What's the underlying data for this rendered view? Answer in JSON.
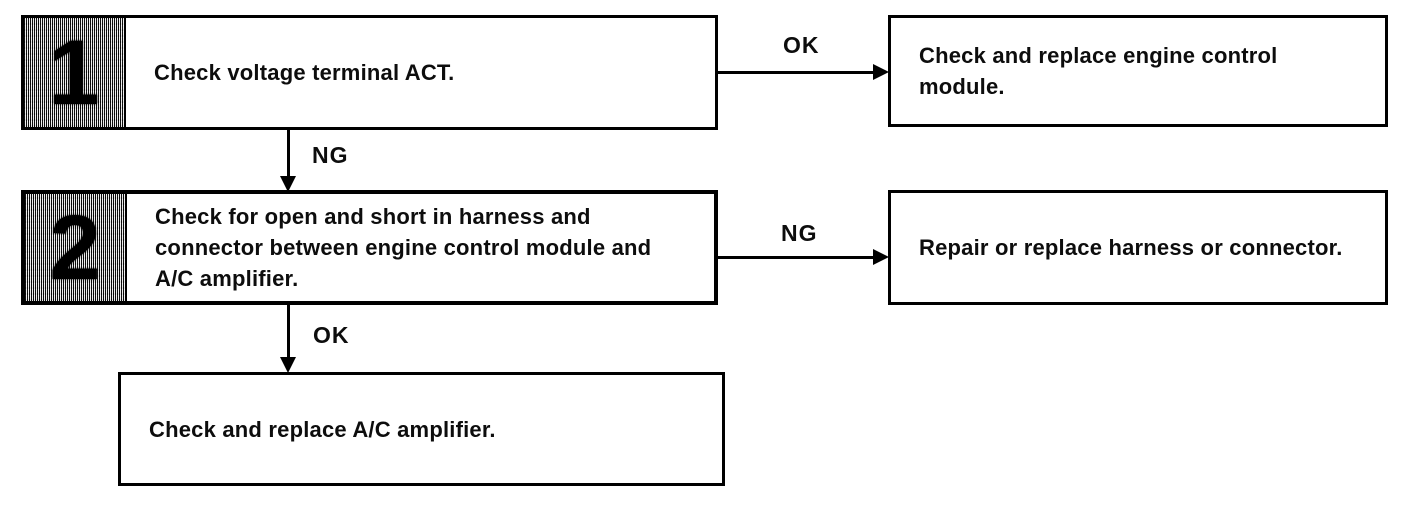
{
  "flowchart": {
    "steps": [
      {
        "number": "1",
        "text": "Check voltage terminal ACT."
      },
      {
        "number": "2",
        "text": "Check for open and short in harness and\nconnector between engine control module and\nA/C amplifier."
      }
    ],
    "results": [
      {
        "text": "Check and replace engine control\nmodule."
      },
      {
        "text": "Repair or replace harness or connector."
      },
      {
        "text": "Check and replace A/C amplifier."
      }
    ],
    "connectors": [
      {
        "from": "step-1",
        "to": "result-engine-control-module",
        "label": "OK",
        "direction": "right"
      },
      {
        "from": "step-1",
        "to": "step-2",
        "label": "NG",
        "direction": "down"
      },
      {
        "from": "step-2",
        "to": "result-repair-harness",
        "label": "NG",
        "direction": "right"
      },
      {
        "from": "step-2",
        "to": "result-ac-amplifier",
        "label": "OK",
        "direction": "down"
      }
    ],
    "colors": {
      "line": "#000000",
      "background": "#ffffff",
      "step_block_fill": "#8a8a8a",
      "text": "#0d0d0d"
    }
  }
}
